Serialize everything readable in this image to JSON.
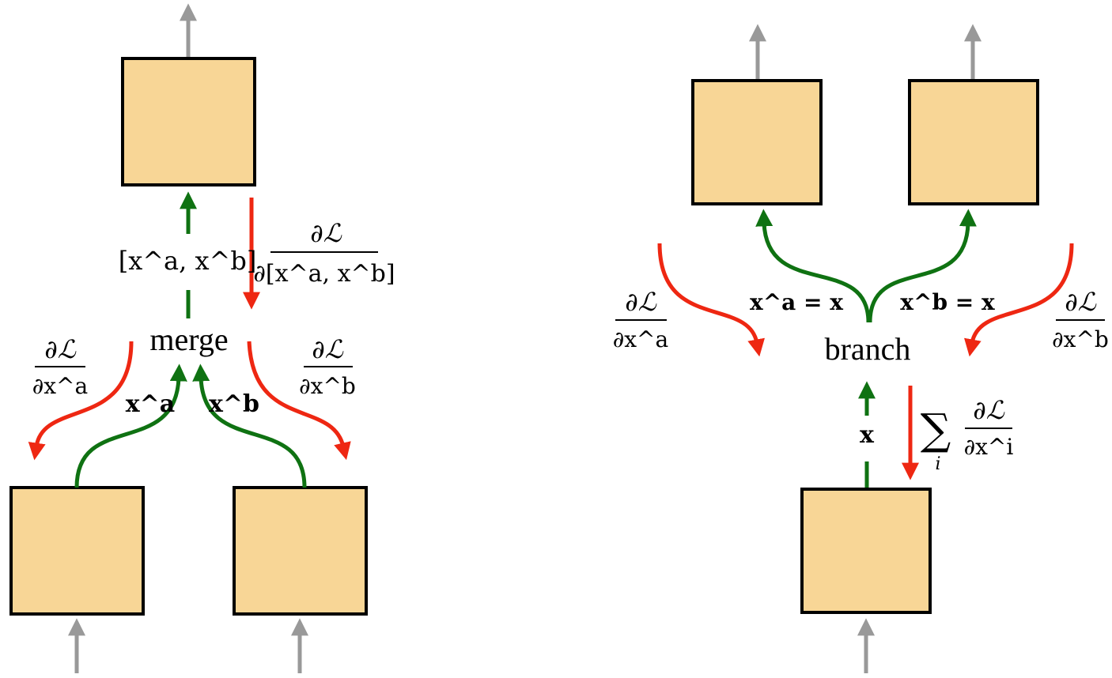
{
  "colors": {
    "box_fill": "#F8D696",
    "box_stroke": "#000000",
    "forward": "#0F7212",
    "backward": "#EE2712",
    "external": "#999999"
  },
  "merge": {
    "node_label": "merge",
    "concat_label": "[x^a, x^b]",
    "grad_concat_num": "∂ℒ",
    "grad_concat_den": "∂[x^a, x^b]",
    "input_a_label": "x^a",
    "input_b_label": "x^b",
    "grad_a_num": "∂ℒ",
    "grad_a_den": "∂x^a",
    "grad_b_num": "∂ℒ",
    "grad_b_den": "∂x^b"
  },
  "branch": {
    "node_label": "branch",
    "out_a_label": "x^a = x",
    "out_b_label": "x^b = x",
    "input_label": "x",
    "grad_a_num": "∂ℒ",
    "grad_a_den": "∂x^a",
    "grad_b_num": "∂ℒ",
    "grad_b_den": "∂x^b",
    "sum_symbol": "∑",
    "sum_index": "i",
    "grad_sum_num": "∂ℒ",
    "grad_sum_den": "∂x^i"
  }
}
